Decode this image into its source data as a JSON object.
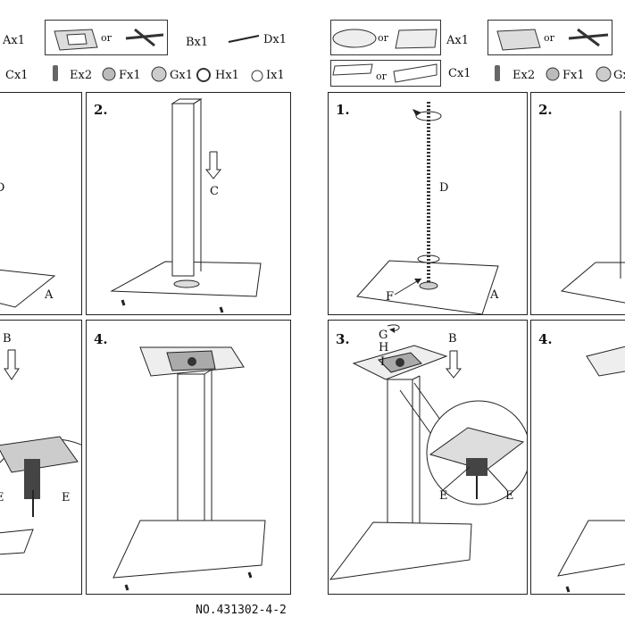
{
  "left_sheet": {
    "parts_row1": {
      "a": "Ax1",
      "or": "or",
      "b": "Bx1",
      "d": "Dx1"
    },
    "parts_row2": {
      "c": "Cx1",
      "e": "Ex2",
      "f": "Fx1",
      "g": "Gx1",
      "h": "Hx1",
      "i": "Ix1"
    },
    "step2": {
      "number": "2.",
      "label_c": "C"
    },
    "step1_partial": {
      "label_d": "D",
      "label_a": "A"
    },
    "step3_partial": {
      "label_b": "B",
      "label_e1": "E",
      "label_e2": "E"
    },
    "step4": {
      "number": "4."
    }
  },
  "right_sheet": {
    "parts_row1": {
      "or1": "or",
      "a": "Ax1",
      "or2": "or"
    },
    "parts_row2": {
      "or": "or",
      "c": "Cx1",
      "e": "Ex2",
      "f": "Fx1",
      "g": "Gx"
    },
    "step1": {
      "number": "1.",
      "label_d": "D",
      "label_f": "F",
      "label_a": "A"
    },
    "step2": {
      "number": "2."
    },
    "step3": {
      "number": "3.",
      "label_g": "G",
      "label_h": "H",
      "label_i": "I",
      "label_b": "B",
      "label_e1": "E",
      "label_e2": "E"
    },
    "step4": {
      "number": "4."
    }
  },
  "footer": {
    "doc_number": "NO.431302-4-2"
  }
}
